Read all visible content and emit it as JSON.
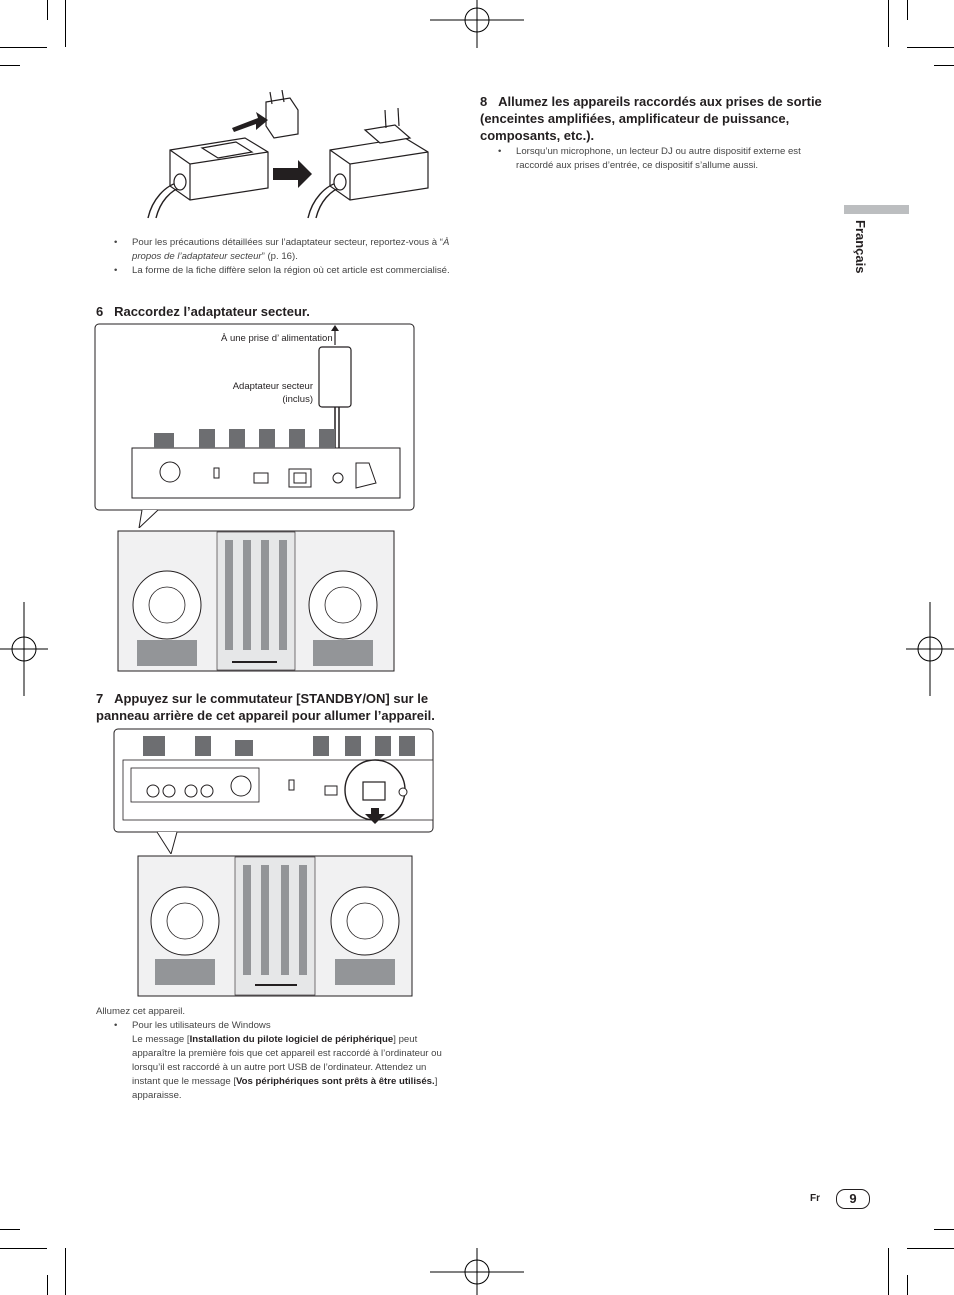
{
  "caption_top": {
    "bullets": [
      {
        "pre": "Pour les précautions détaillées sur l’adaptateur secteur, reportez-vous à “",
        "ital": "À propos de l’adaptateur secteur",
        "post": "” (p. 16)."
      },
      {
        "text": "La forme de la fiche diffère selon la région où cet article est commercialisé."
      }
    ]
  },
  "step6": {
    "num": "6",
    "title": "Raccordez l’adaptateur secteur."
  },
  "fig2": {
    "label_outlet": "À une prise d’ alimentation",
    "label_adapter_1": "Adaptateur secteur",
    "label_adapter_2": "(inclus)"
  },
  "step7": {
    "num": "7",
    "title": "Appuyez sur le commutateur [STANDBY/ON] sur le panneau arrière de cet appareil pour allumer l’appareil."
  },
  "after7": {
    "intro": "Allumez cet appareil.",
    "bullet": "Pour les utilisateurs de Windows",
    "p1": "Le message [",
    "b1": "Installation du pilote logiciel de périphérique",
    "p2": "] peut apparaître la première fois que cet appareil est raccordé à l’ordinateur ou lorsqu’il est raccordé à un autre port USB de l’ordinateur. Attendez un instant que le message [",
    "b2": "Vos périphériques sont prêts à être utilisés.",
    "p3": "] apparaisse."
  },
  "step8": {
    "num": "8",
    "title": "Allumez les appareils raccordés aux prises de sortie (enceintes amplifiées, amplificateur de puissance, composants, etc.).",
    "bullet": "Lorsqu’un microphone, un lecteur DJ ou autre dispositif externe est raccordé aux prises d’entrée, ce dispositif s’allume aussi."
  },
  "language_tab": "Français",
  "footer": {
    "lang": "Fr",
    "page": "9"
  }
}
